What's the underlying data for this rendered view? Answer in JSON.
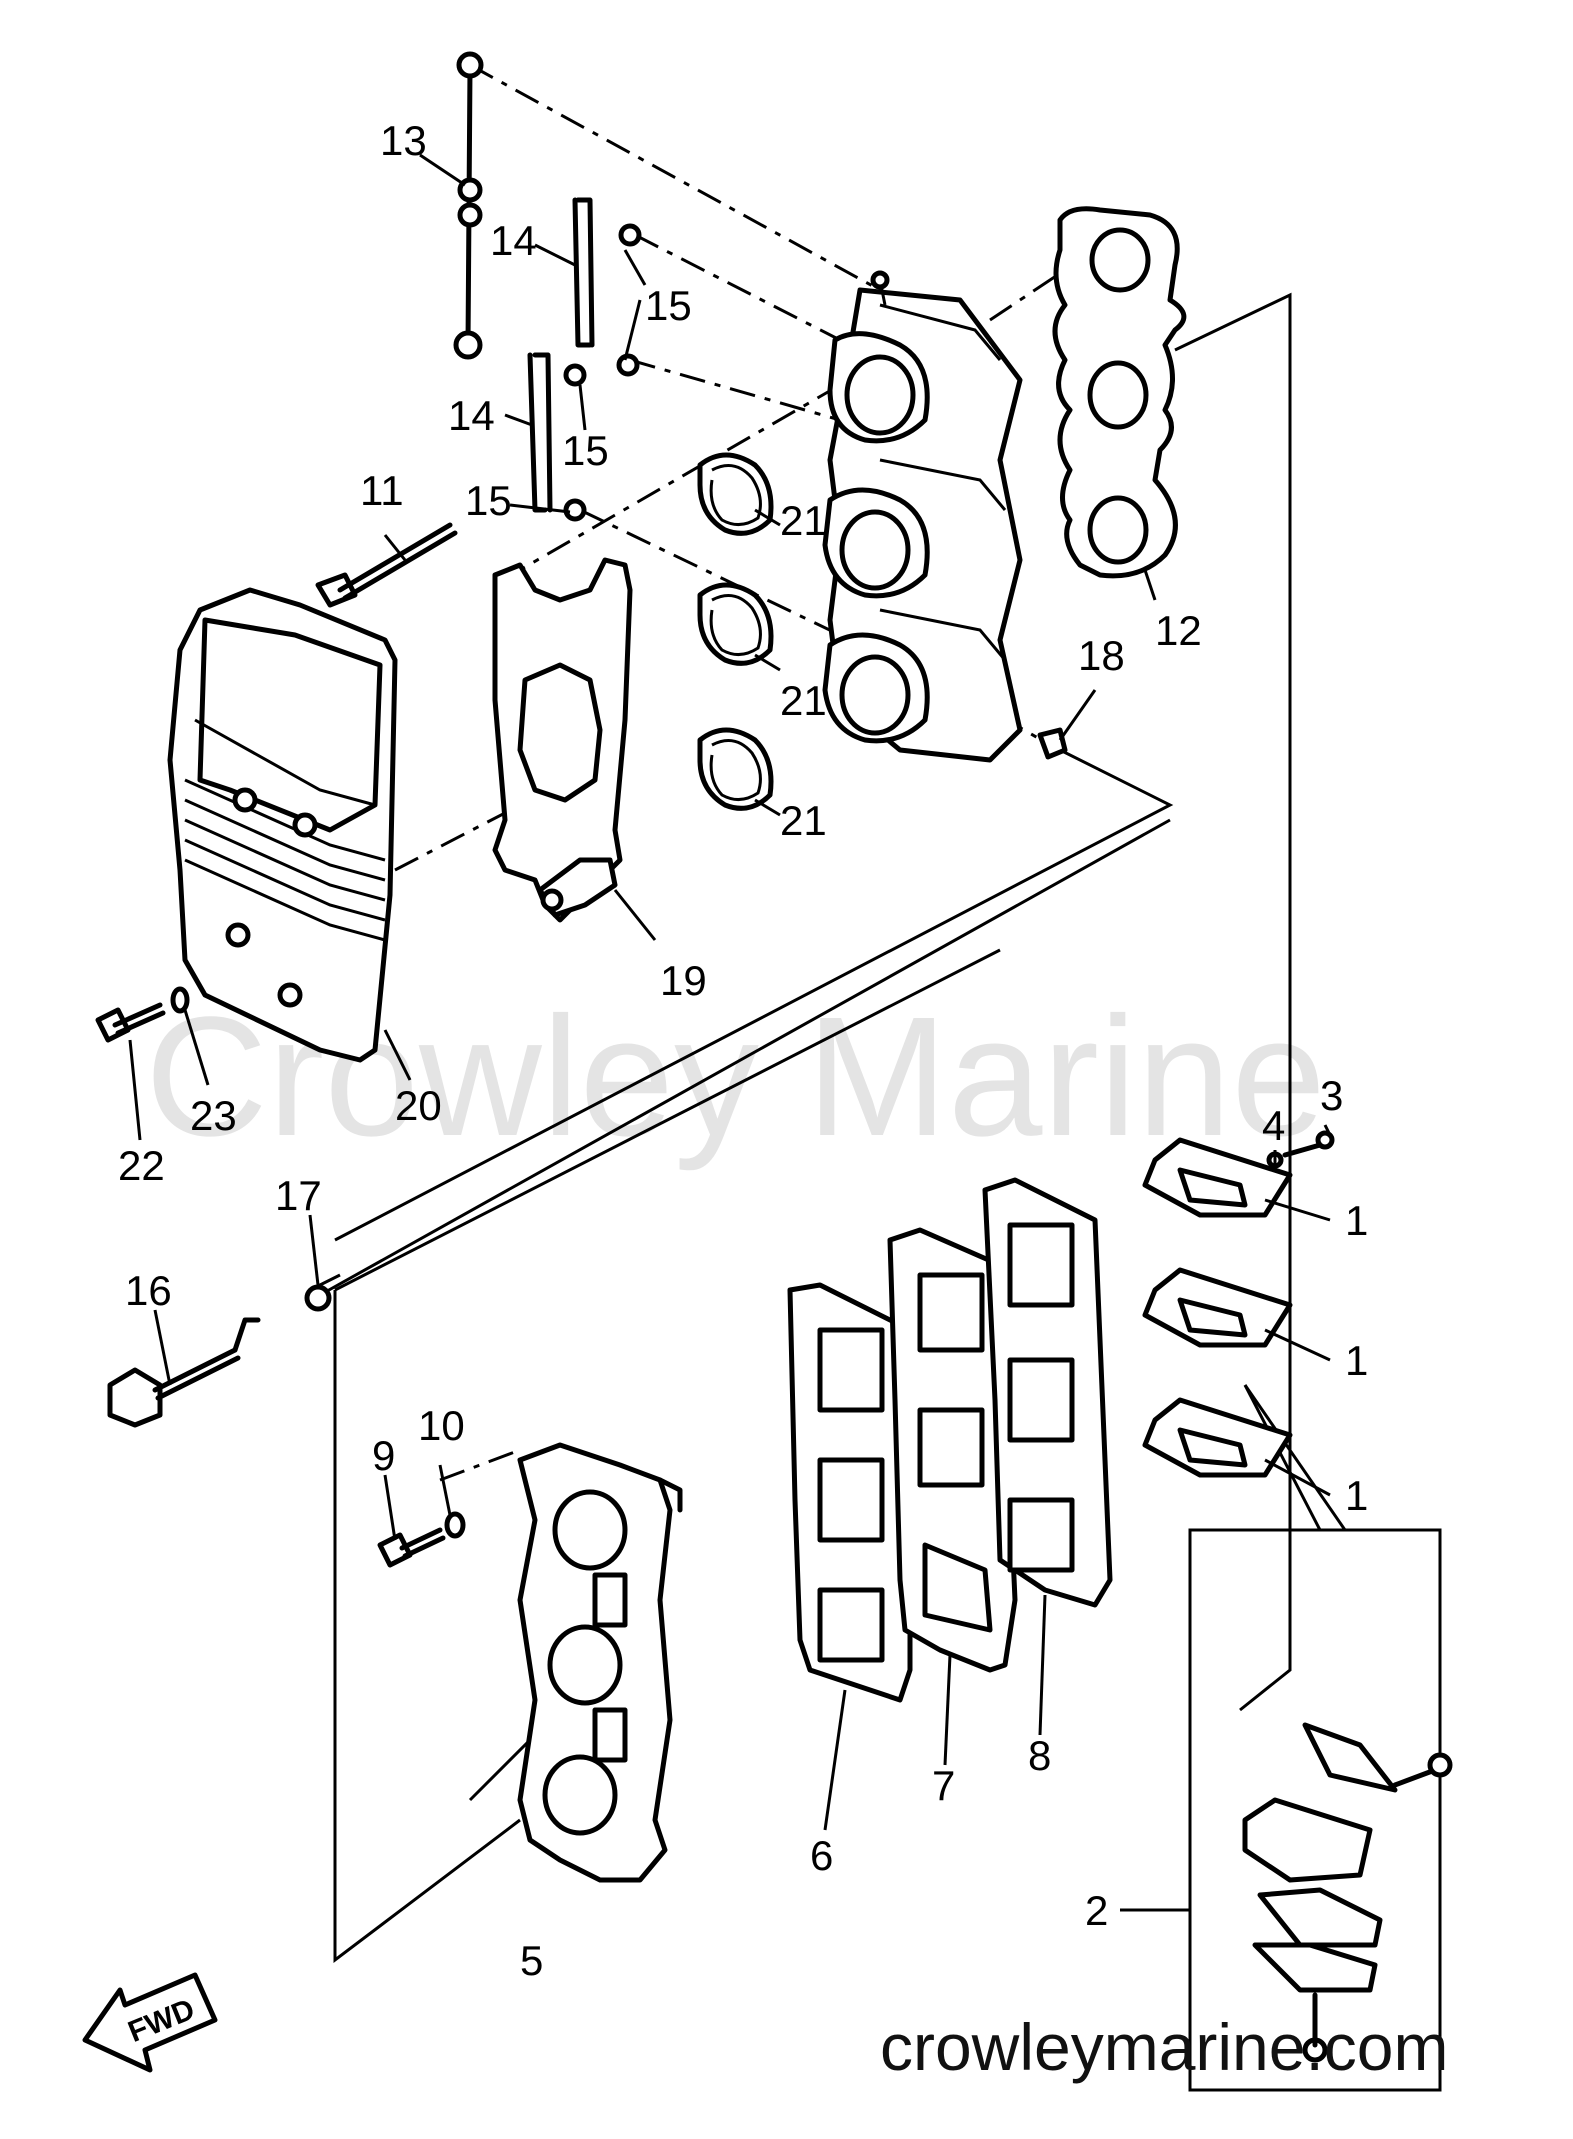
{
  "watermark": "Crowley Marine",
  "site_url": "crowleymarine.com",
  "fwd_label": "FWD",
  "callouts": [
    {
      "id": "13",
      "text": "13"
    },
    {
      "id": "14a",
      "text": "14"
    },
    {
      "id": "15a",
      "text": "15"
    },
    {
      "id": "14b",
      "text": "14"
    },
    {
      "id": "15b",
      "text": "15"
    },
    {
      "id": "15c",
      "text": "15"
    },
    {
      "id": "11",
      "text": "11"
    },
    {
      "id": "21a",
      "text": "21"
    },
    {
      "id": "21b",
      "text": "21"
    },
    {
      "id": "21c",
      "text": "21"
    },
    {
      "id": "12",
      "text": "12"
    },
    {
      "id": "18",
      "text": "18"
    },
    {
      "id": "19",
      "text": "19"
    },
    {
      "id": "20",
      "text": "20"
    },
    {
      "id": "23",
      "text": "23"
    },
    {
      "id": "22",
      "text": "22"
    },
    {
      "id": "3",
      "text": "3"
    },
    {
      "id": "4",
      "text": "4"
    },
    {
      "id": "1a",
      "text": "1"
    },
    {
      "id": "1b",
      "text": "1"
    },
    {
      "id": "1c",
      "text": "1"
    },
    {
      "id": "17",
      "text": "17"
    },
    {
      "id": "16",
      "text": "16"
    },
    {
      "id": "9",
      "text": "9"
    },
    {
      "id": "10",
      "text": "10"
    },
    {
      "id": "6",
      "text": "6"
    },
    {
      "id": "7",
      "text": "7"
    },
    {
      "id": "8",
      "text": "8"
    },
    {
      "id": "2",
      "text": "2"
    },
    {
      "id": "5",
      "text": "5"
    }
  ]
}
